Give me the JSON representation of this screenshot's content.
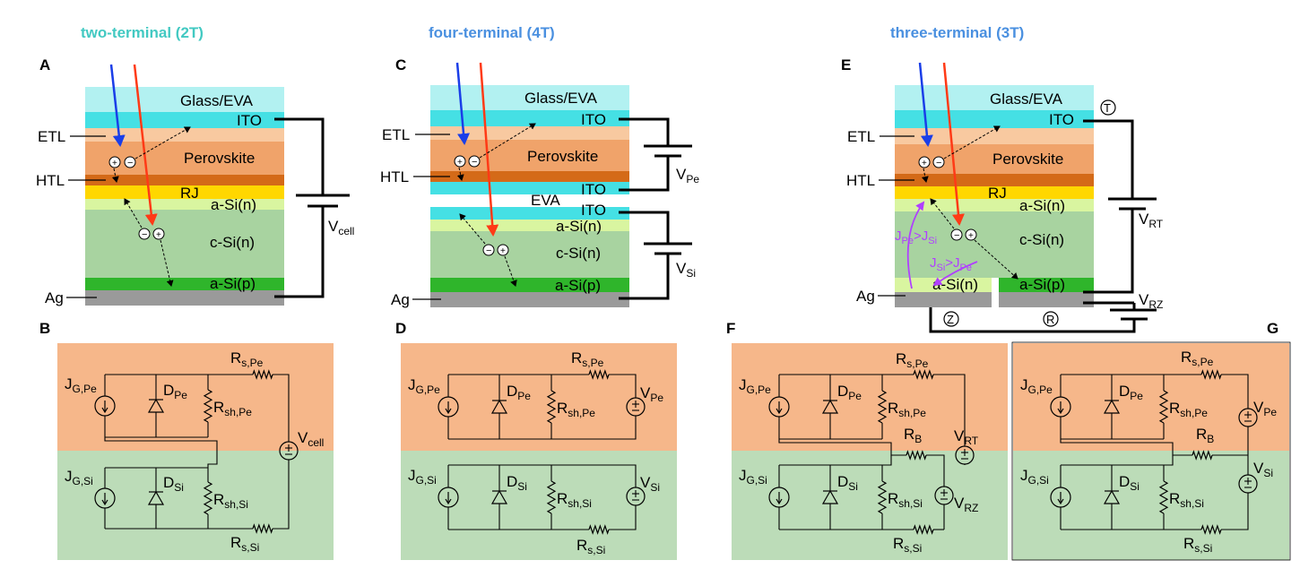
{
  "colors": {
    "heading": "#42c9c2",
    "heading_blue": "#4a90e0",
    "glass": "#b2f1f1",
    "ito": "#45e0e4",
    "etl": "#f8c9a0",
    "perovskite": "#f0a36a",
    "htl": "#d46a18",
    "rj": "#ffd700",
    "a_si_n": "#d9f5a0",
    "c_si": "#a8d3a0",
    "a_si_p": "#2fb52b",
    "ag": "#9a9a9a",
    "eva": "#ffffff",
    "ray_blue": "#1a3ee8",
    "ray_red": "#ff3a16",
    "jarrow": "#b040ff",
    "pe_panel": "#f6b78a",
    "si_panel": "#bcdcb8"
  },
  "headings": {
    "two_t": "two-terminal (2T)",
    "four_t": "four-terminal (4T)",
    "three_t": "three-terminal (3T)"
  },
  "panels": {
    "A": "A",
    "B": "B",
    "C": "C",
    "D": "D",
    "E": "E",
    "F": "F",
    "G": "G"
  },
  "layers": {
    "glass": "Glass/EVA",
    "ito": "ITO",
    "perovskite": "Perovskite",
    "rj": "RJ",
    "a_si_n": "a-Si(n)",
    "c_si": "c-Si(n)",
    "a_si_p": "a-Si(p)",
    "eva": "EVA"
  },
  "side_labels": {
    "etl": "ETL",
    "htl": "HTL",
    "ag": "Ag"
  },
  "carriers": {
    "hole": "+",
    "electron": "−"
  },
  "terminals": {
    "t": "T",
    "z": "Z",
    "r": "R"
  },
  "currents": {
    "pe_gt_si": {
      "main": "J",
      "sub1": "Pe",
      "gt": ">J",
      "sub2": "Si"
    },
    "si_gt_pe": {
      "main": "J",
      "sub1": "Si",
      "gt": ">J",
      "sub2": "Pe"
    }
  },
  "symbols": {
    "v_cell": {
      "main": "V",
      "sub": "cell"
    },
    "v_pe": {
      "main": "V",
      "sub": "Pe"
    },
    "v_si": {
      "main": "V",
      "sub": "Si"
    },
    "v_rt": {
      "main": "V",
      "sub": "RT"
    },
    "v_rz": {
      "main": "V",
      "sub": "RZ"
    },
    "j_g_pe": {
      "main": "J",
      "sub": "G,Pe"
    },
    "j_g_si": {
      "main": "J",
      "sub": "G,Si"
    },
    "d_pe": {
      "main": "D",
      "sub": "Pe"
    },
    "d_si": {
      "main": "D",
      "sub": "Si"
    },
    "r_sh_pe": {
      "main": "R",
      "sub": "sh,Pe"
    },
    "r_sh_si": {
      "main": "R",
      "sub": "sh,Si"
    },
    "r_s_pe": {
      "main": "R",
      "sub": "s,Pe"
    },
    "r_s_si": {
      "main": "R",
      "sub": "s,Si"
    },
    "r_b": {
      "main": "R",
      "sub": "B"
    }
  }
}
